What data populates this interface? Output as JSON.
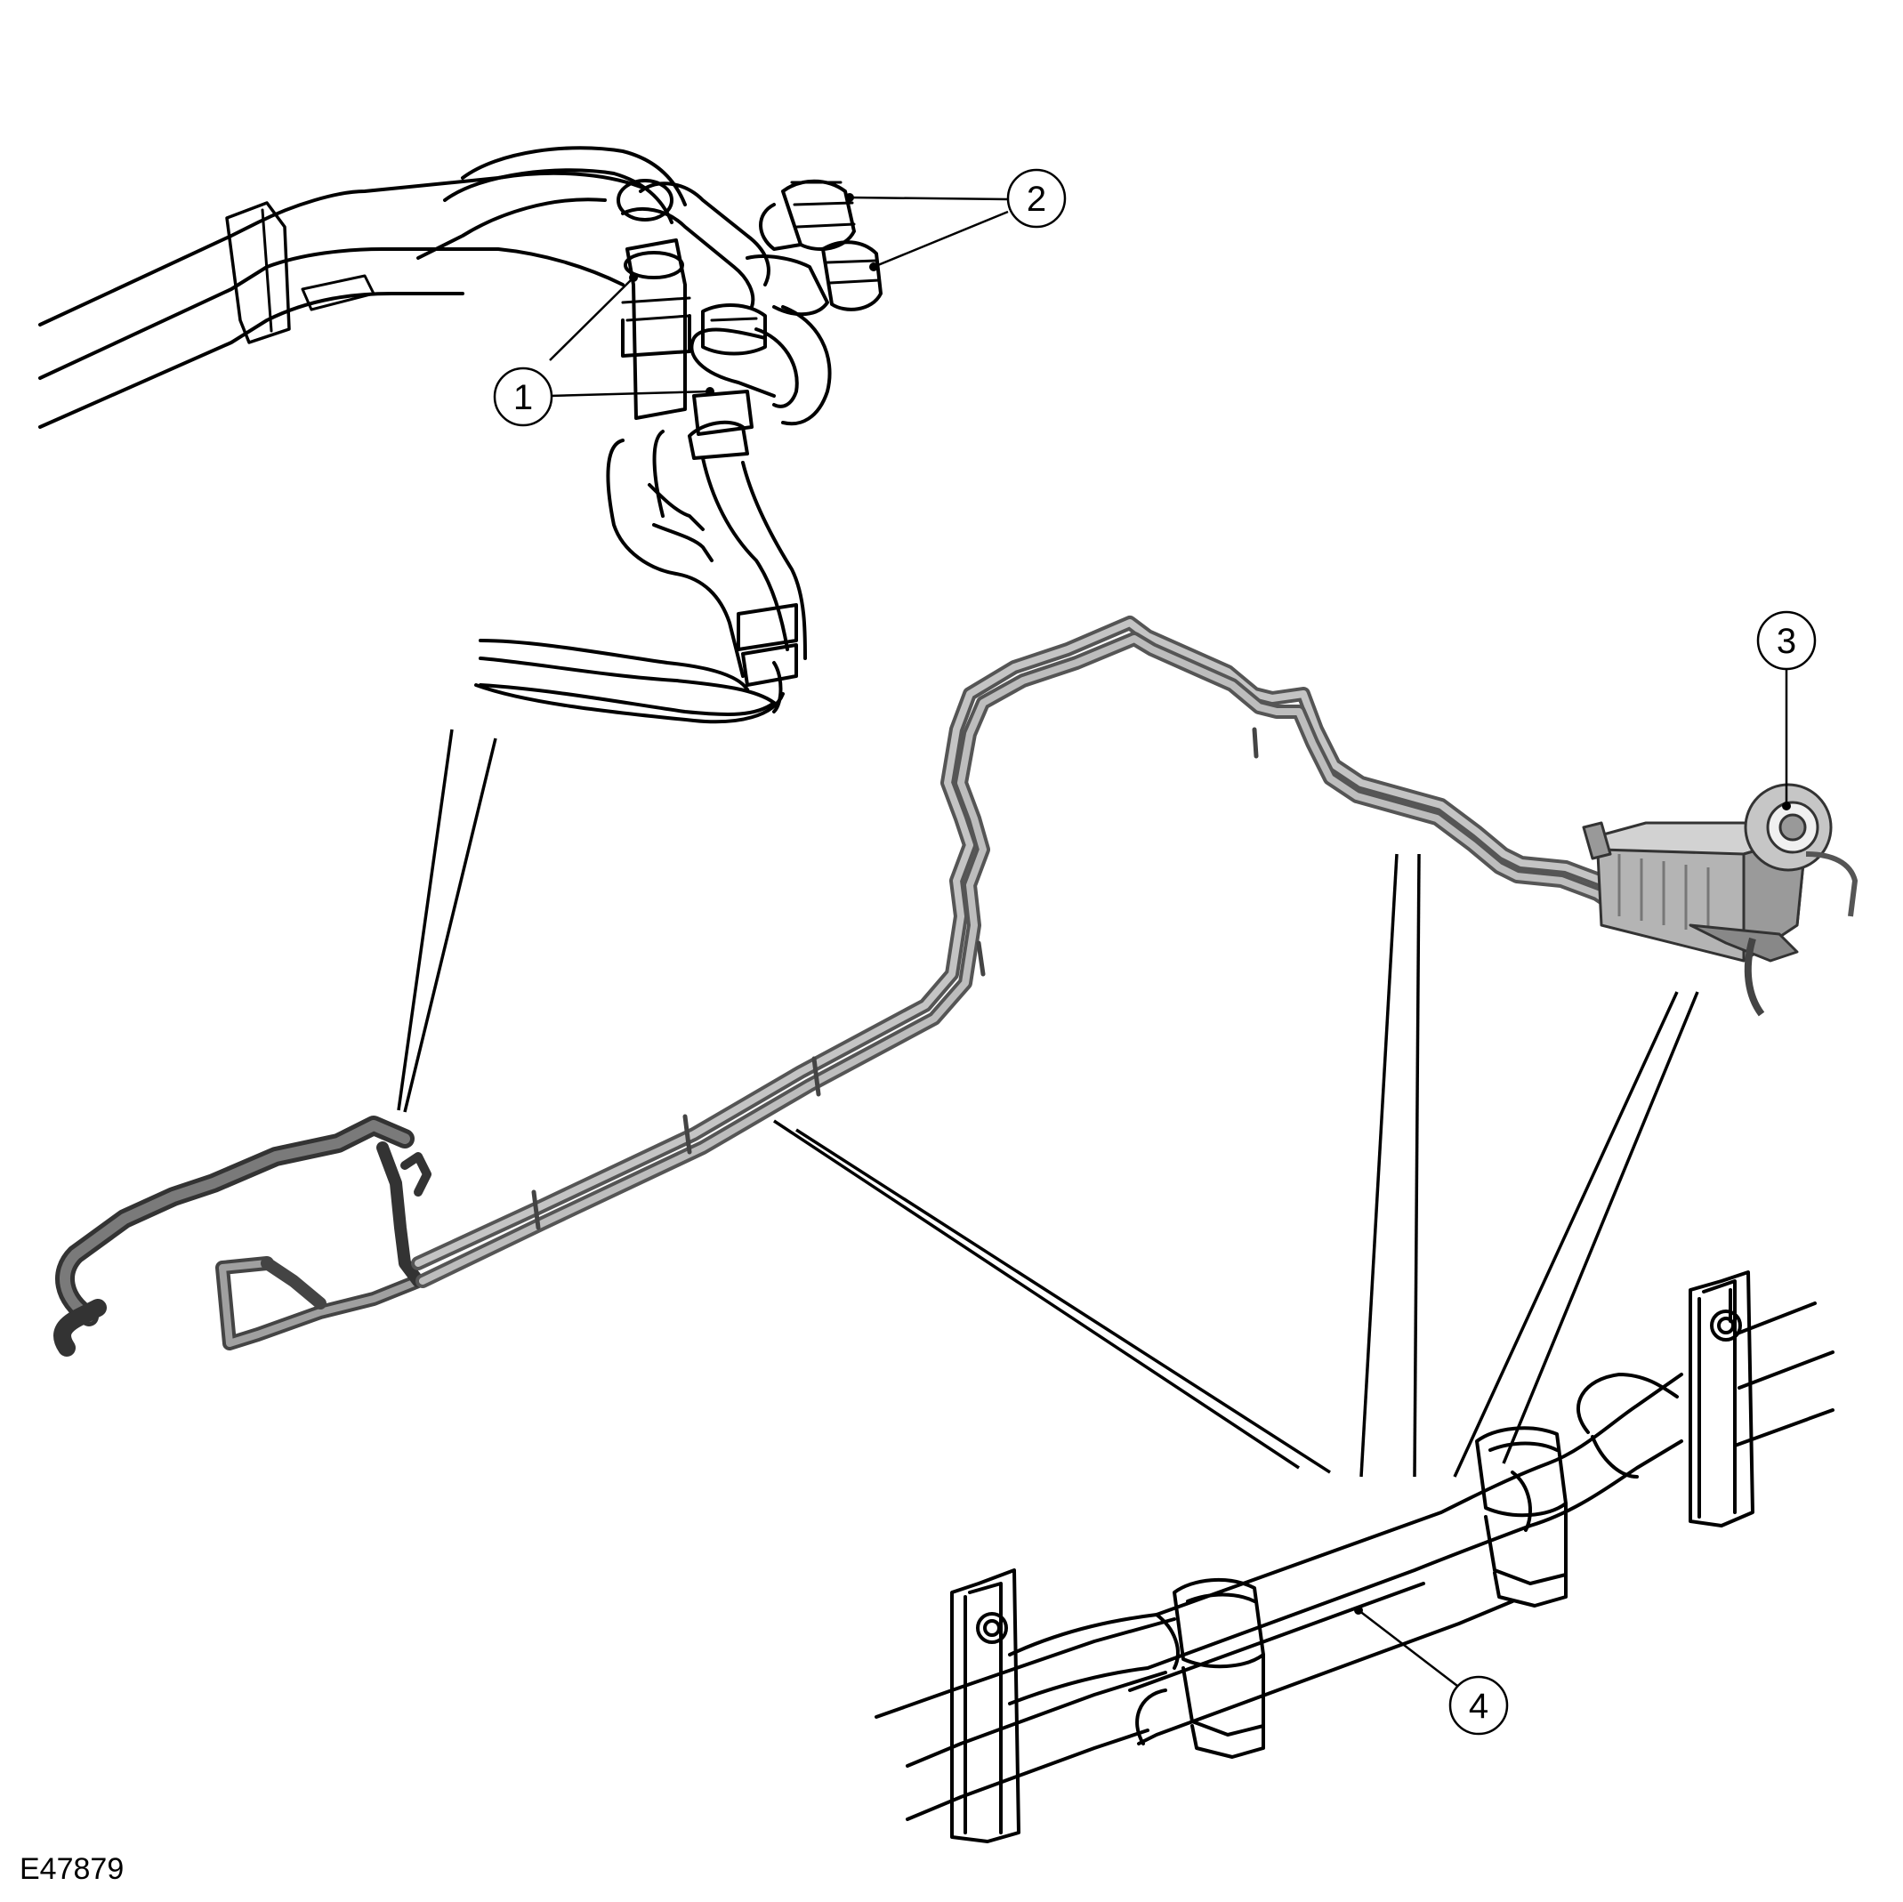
{
  "figure_id": "E47879",
  "callouts": [
    {
      "id": "callout-1",
      "label": "1"
    },
    {
      "id": "callout-2",
      "label": "2"
    },
    {
      "id": "callout-3",
      "label": "3"
    },
    {
      "id": "callout-4",
      "label": "4"
    }
  ],
  "colors": {
    "line": "#000000",
    "tube": "#8a8a8a",
    "tube_light": "#c8c8c8",
    "component": "#b0b0b0"
  }
}
